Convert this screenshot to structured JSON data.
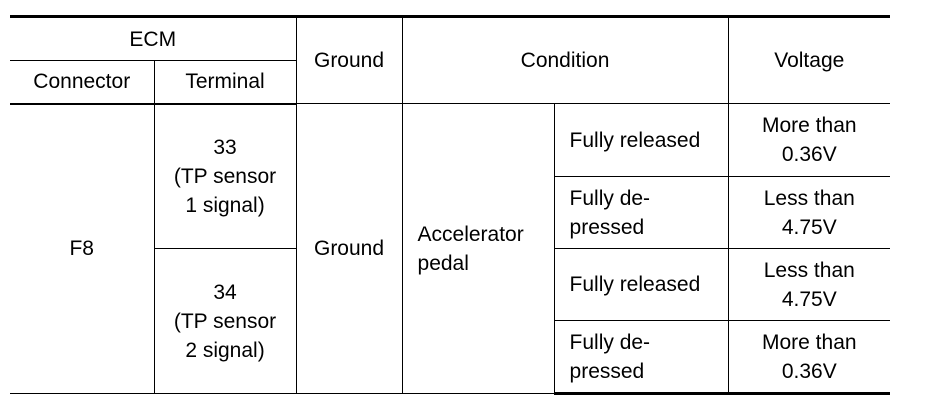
{
  "header": {
    "ecm": "ECM",
    "connector": "Connector",
    "terminal": "Terminal",
    "ground": "Ground",
    "condition": "Condition",
    "voltage": "Voltage"
  },
  "body": {
    "connector": "F8",
    "terminal_33": "33\n(TP sensor\n1 signal)",
    "terminal_34": "34\n(TP sensor\n2 signal)",
    "ground": "Ground",
    "condition_main": "Accelerator\npedal",
    "rows": [
      {
        "condition": "Fully released",
        "voltage": "More than\n0.36V"
      },
      {
        "condition": "Fully de-\npressed",
        "voltage": "Less than\n4.75V"
      },
      {
        "condition": "Fully released",
        "voltage": "Less than\n4.75V"
      },
      {
        "condition": "Fully de-\npressed",
        "voltage": "More than\n0.36V"
      }
    ]
  }
}
